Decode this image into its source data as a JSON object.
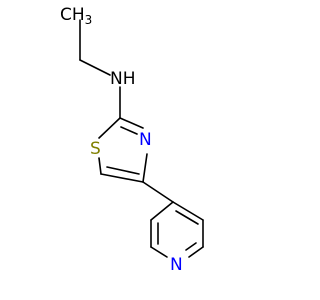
{
  "molecule": {
    "atoms": {
      "methyl": {
        "main": "CH",
        "sub": "3",
        "color": "#000000"
      },
      "amine": {
        "text": "NH",
        "color": "#000000"
      },
      "sulfur": {
        "text": "S",
        "color": "#808000"
      },
      "thiazole_n": {
        "text": "N",
        "color": "#0000ff"
      },
      "pyridine_n": {
        "text": "N",
        "color": "#0000ff"
      }
    }
  }
}
